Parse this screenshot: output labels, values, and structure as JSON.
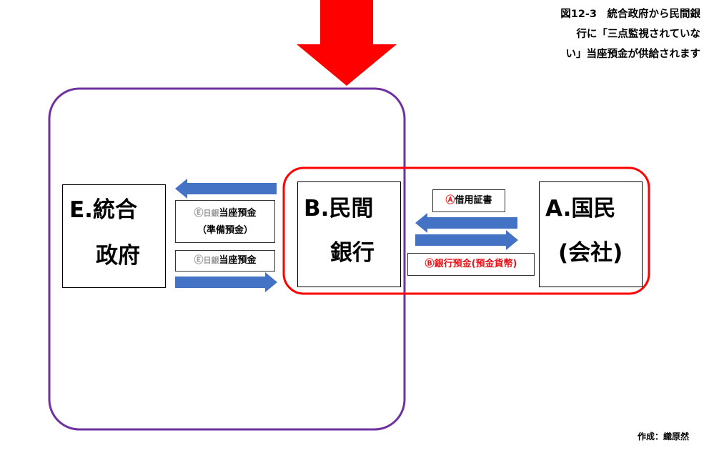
{
  "title_lines": [
    "図12-3　統合政府から民間銀",
    "行に「三点監視されていな",
    "い」当座預金が供給されます"
  ],
  "credit": "作成：織原然",
  "nodes": {
    "e_line1": "E.統合",
    "e_line2": "政府",
    "b_line1": "B.民間",
    "b_line2": "銀行",
    "a_line1": "A.国民",
    "a_line2": "(会社)"
  },
  "labels": {
    "e_circle": "Ⓔ",
    "nichigin": "日銀",
    "toza": "当座預金",
    "junbi": "（準備預金）",
    "a_circle": "Ⓐ",
    "shakuyou": "借用証書",
    "b_circle": "Ⓑ",
    "ginko_yokin": "銀行預金(預金貨幣)"
  },
  "colors": {
    "purple_frame": "#7030a0",
    "red_frame": "#ff0000",
    "down_arrow": "#ff0000",
    "flow_arrow": "#4472c4",
    "red_text": "#e8141c"
  }
}
